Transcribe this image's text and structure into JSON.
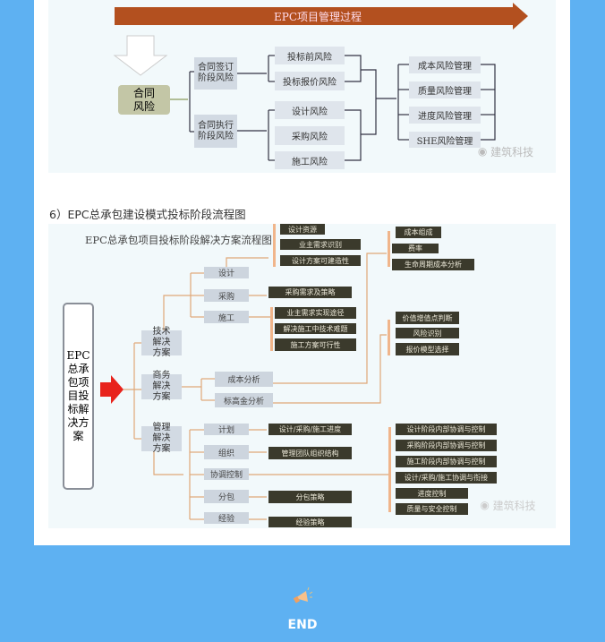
{
  "diagram1": {
    "banner": "EPC项目管理过程",
    "root": "合同风险",
    "stages": [
      "合同签订阶段风险",
      "合同执行阶段风险"
    ],
    "risks": [
      "投标前风险",
      "投标报价风险",
      "设计风险",
      "采购风险",
      "施工风险"
    ],
    "management": [
      "成本风险管理",
      "质量风险管理",
      "进度风险管理",
      "SHE风险管理"
    ],
    "watermark": "建筑科技"
  },
  "section_heading": "6）EPC总承包建设模式投标阶段流程图",
  "diagram2": {
    "title": "EPC总承包项目投标阶段解决方案流程图",
    "root": "EPC总承包项目投标解决方案",
    "tech": {
      "label": "技术解决方案",
      "items": [
        "设计",
        "采购",
        "施工"
      ],
      "design_details": [
        "设计资源",
        "业主需求识别",
        "设计方案可建造性"
      ],
      "procurement_details": [
        "采购需求及策略"
      ],
      "construction_details": [
        "业主需求实现途径",
        "解决施工中技术难题",
        "施工方案可行性"
      ]
    },
    "business": {
      "label": "商务解决方案",
      "items": [
        "成本分析",
        "标高金分析"
      ],
      "cost_details": [
        "成本组成",
        "费率",
        "生命周期成本分析"
      ],
      "markup_details": [
        "价值增值点判断",
        "风险识别",
        "报价模型选择"
      ]
    },
    "management": {
      "label": "管理解决方案",
      "items": [
        "计划",
        "组织",
        "协调控制",
        "分包",
        "经验"
      ],
      "details": [
        "设计/采购/施工进度",
        "管理团队组织结构",
        "分包策略",
        "经验策略"
      ],
      "coordination": [
        "设计阶段内部协调与控制",
        "采购阶段内部协调与控制",
        "施工阶段内部协调与控制",
        "设计/采购/施工协调与衔接",
        "进度控制",
        "质量与安全控制"
      ]
    },
    "watermark": "建筑科技"
  },
  "footer": {
    "icon": "megaphone-icon",
    "label": "END"
  }
}
